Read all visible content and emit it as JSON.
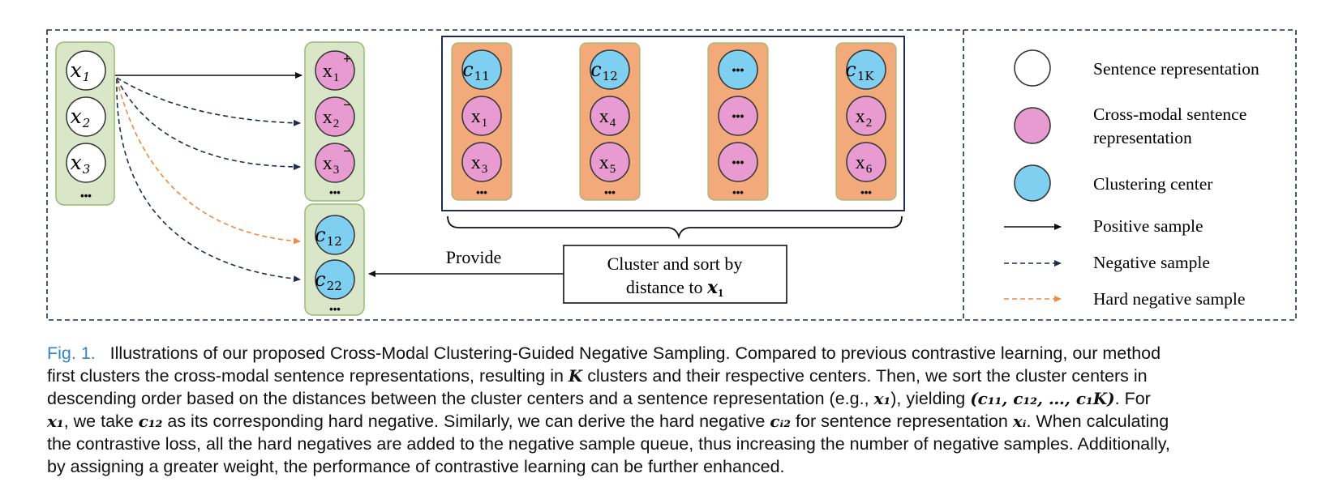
{
  "figure": {
    "left_column": {
      "nodes": [
        "x",
        "x",
        "x"
      ],
      "subs": [
        "1",
        "2",
        "3"
      ],
      "more": "•••"
    },
    "cross_column": {
      "nodes": [
        "x",
        "x",
        "x"
      ],
      "subs": [
        "1",
        "2",
        "3"
      ],
      "sups": [
        "+",
        "−",
        "−"
      ],
      "more": "•••"
    },
    "center_column": {
      "nodes": [
        "c",
        "c"
      ],
      "subs": [
        "12",
        "22"
      ],
      "more": "•••"
    },
    "clusters": [
      {
        "center": "c",
        "center_sub": "11",
        "items": [
          "x",
          "x"
        ],
        "item_subs": [
          "1",
          "3"
        ]
      },
      {
        "center": "c",
        "center_sub": "12",
        "items": [
          "x",
          "x"
        ],
        "item_subs": [
          "4",
          "5"
        ]
      },
      {
        "center": "•••",
        "center_sub": "",
        "items": [
          "•••",
          "•••"
        ],
        "item_subs": [
          "",
          ""
        ]
      },
      {
        "center": "c",
        "center_sub": "1K",
        "items": [
          "x",
          "x"
        ],
        "item_subs": [
          "2",
          "6"
        ]
      }
    ],
    "clusters_more": "•••",
    "provide_label": "Provide",
    "sort_box": {
      "line1": "Cluster and sort by",
      "line2": "distance to ",
      "var": "x",
      "var_sub": "1"
    },
    "legend": [
      {
        "icon": "white-circle-icon",
        "label": "Sentence representation"
      },
      {
        "icon": "pink-circle-icon",
        "label": "Cross-modal sentence",
        "label2": "representation"
      },
      {
        "icon": "blue-circle-icon",
        "label": "Clustering center"
      },
      {
        "icon": "solid-arrow-icon",
        "label": "Positive sample"
      },
      {
        "icon": "dashed-arrow-icon",
        "label": "Negative sample"
      },
      {
        "icon": "orange-dashed-arrow-icon",
        "label": "Hard negative sample"
      }
    ],
    "colors": {
      "green_fill": "#d9e7c8",
      "green_stroke": "#98bb72",
      "pink": "#e79bd0",
      "blue": "#7ecff0",
      "orange": "#f3aa7a",
      "navy": "#1f2d4e",
      "hard_negative": "#f08a3e",
      "caption_label": "#2f86c9"
    }
  },
  "caption": {
    "label": "Fig. 1.",
    "l1": "Illustrations of our proposed Cross-Modal Clustering-Guided Negative Sampling. Compared to previous contrastive learning, our method",
    "l2a": "first clusters the cross-modal sentence representations, resulting in ",
    "l2k": "K",
    "l2b": " clusters and their respective centers. Then, we sort the cluster centers in",
    "l3a": "descending order based on the distances between the cluster centers and a sentence representation (e.g., ",
    "l3x": "x₁",
    "l3b": "), yielding ",
    "l3seq": "(c₁₁, c₁₂, …, c₁K)",
    "l3c": ". For",
    "l4x": "x₁",
    "l4a": ", we take ",
    "l4c": "c₁₂",
    "l4b": " as its corresponding hard negative. Similarly, we can derive the hard negative ",
    "l4ci": "cᵢ₂",
    "l4d": " for sentence representation ",
    "l4xi": "xᵢ",
    "l4e": ". When calculating",
    "l5": "the contrastive loss, all the hard negatives are added to the negative sample queue, thus increasing the number of negative samples. Additionally,",
    "l6": "by assigning a greater weight, the performance of contrastive learning can be further enhanced."
  }
}
